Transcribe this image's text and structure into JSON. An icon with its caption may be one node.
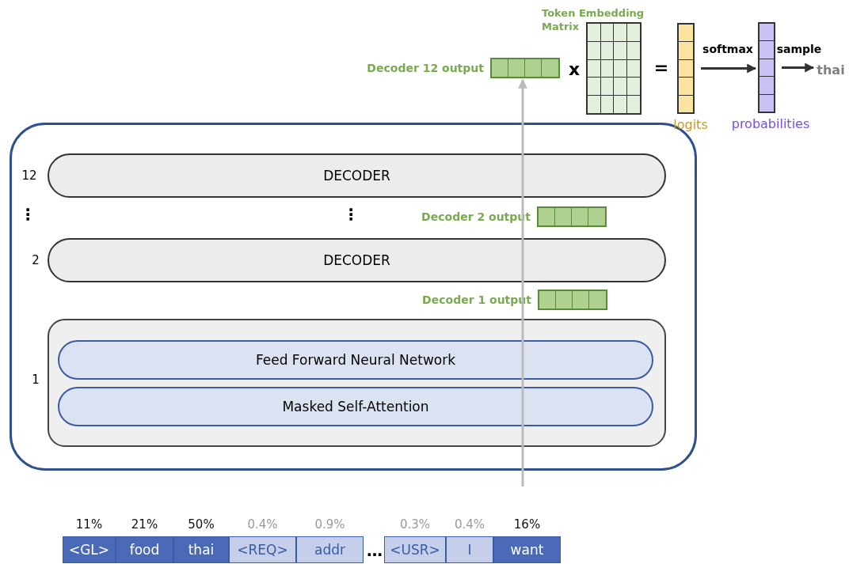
{
  "diagram": {
    "nodes": [
      {
        "text": [],
        "shape": "box"
      },
      {
        "text": [
          "DECODER"
        ],
        "in": 0,
        "beside": [
          "12"
        ]
      },
      {
        "text": [
          "DECODER"
        ],
        "in": 0,
        "beside": [
          "2"
        ]
      },
      {
        "text": [],
        "shape": "box",
        "in": 0,
        "beside": [
          "1"
        ]
      },
      {
        "text": [
          "Feed Forward Neural Network"
        ],
        "in": 3
      },
      {
        "text": [
          "Masked Self-Attention"
        ],
        "in": 3
      },
      {
        "text": [
          "Decoder 2 output"
        ],
        "in": 0
      },
      {
        "text": [
          "Decoder 1 output"
        ],
        "in": 0
      },
      {
        "text": [
          "Decoder 12 output"
        ]
      },
      {
        "text": [
          "Token Embedding Matrix"
        ]
      },
      {
        "text": [
          "logits"
        ]
      },
      {
        "text": [
          "probabilities"
        ]
      },
      {
        "text": [
          "thai"
        ]
      },
      {
        "text": [
          "<GL>"
        ],
        "beside": [
          "11%"
        ]
      },
      {
        "text": [
          "food"
        ],
        "beside": [
          "21%"
        ]
      },
      {
        "text": [
          "thai"
        ],
        "beside": [
          "50%"
        ]
      },
      {
        "text": [
          "<REQ>"
        ],
        "beside": [
          "0.4%"
        ]
      },
      {
        "text": [
          "addr"
        ],
        "beside": [
          "0.9%"
        ]
      },
      {
        "text": [
          "<USR>"
        ],
        "beside": [
          "0.3%"
        ]
      },
      {
        "text": [
          "I"
        ],
        "beside": [
          "0.4%"
        ]
      },
      {
        "text": [
          "want"
        ],
        "beside": [
          "16%"
        ]
      }
    ],
    "edges": [
      {
        "from": null,
        "to": 8,
        "arrow": "to",
        "color": "#bbbbbb"
      },
      {
        "from": 10,
        "to": 11,
        "arrow": "to",
        "label": "softmax"
      },
      {
        "from": 11,
        "to": 12,
        "arrow": "to",
        "label": "sample"
      }
    ],
    "labels": [
      "x",
      "=",
      "⋮",
      "⋮",
      "…"
    ]
  }
}
